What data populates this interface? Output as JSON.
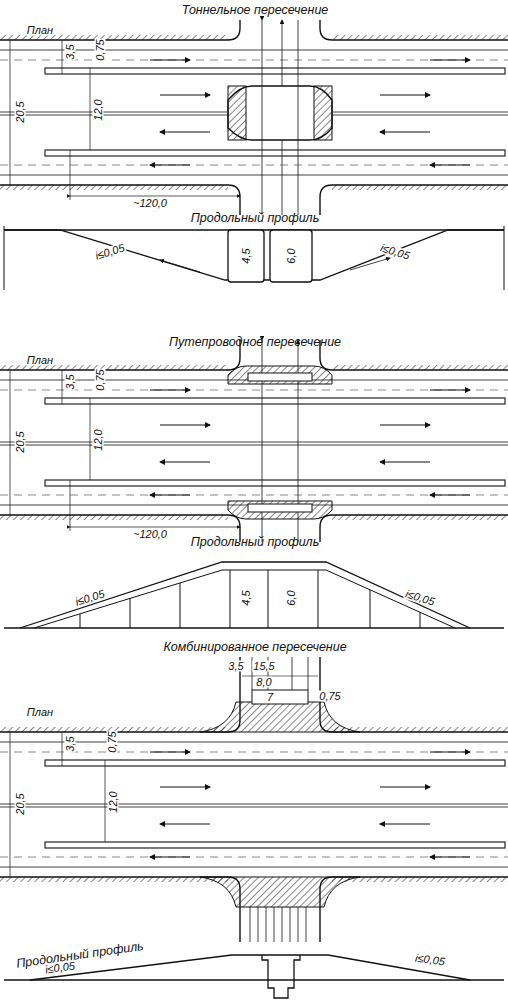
{
  "diagram": {
    "labels": [
      "Тоннельное пересечение",
      "План",
      "3,5",
      "0,75",
      "20,5",
      "12,0",
      "~120,0",
      "Продольный профиль",
      "i≤0,05",
      "4,5",
      "6,0",
      "i≤0,05",
      "Путепроводное пересечение",
      "План",
      "3,5",
      "0,75",
      "20,5",
      "12,0",
      "~120,0",
      "Продольный профиль",
      "i≤0,05",
      "4,5",
      "6,0",
      "i≤0,05",
      "Комбинированное пересечение",
      "3,5",
      "15,5",
      "8,0",
      "7",
      "0,75",
      "План",
      "3,5",
      "0,75",
      "20,5",
      "12,0",
      "Продольный профиль",
      "i≤0,05",
      "i≤0,05"
    ]
  }
}
